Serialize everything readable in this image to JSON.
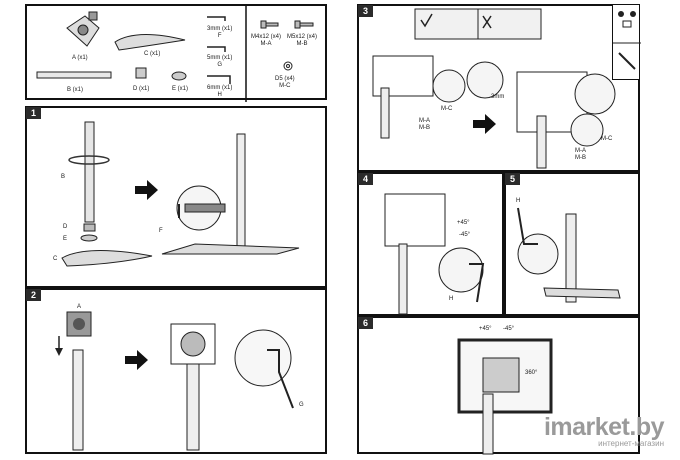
{
  "parts": {
    "A": "A (x1)",
    "C": "C (x1)",
    "B": "B (x1)",
    "D": "D (x1)",
    "E": "E (x1)",
    "F": "3mm (x1)\nF",
    "G": "5mm (x1)\nG",
    "H": "6mm (x1)\nH",
    "MA": "M4x12 (x4)\nM-A",
    "MB": "M5x12 (x4)\nM-B",
    "MC": "D5 (x4)\nM-C"
  },
  "steps": {
    "s1": "1",
    "s2": "2",
    "s3": "3",
    "s4": "4",
    "s5": "5",
    "s6": "6"
  },
  "step1": {
    "B": "B",
    "D": "D",
    "E": "E",
    "C": "C",
    "F": "F"
  },
  "step2": {
    "A": "A",
    "G": "G"
  },
  "step3": {
    "MC": "M-C",
    "MA": "M-A\nM-B",
    "dim": "3mm",
    "MC2": "M-C",
    "MA2": "M-A\nM-B"
  },
  "step4": {
    "p45": "+45°",
    "m45": "-45°",
    "H": "H"
  },
  "step5": {
    "H": "H"
  },
  "step6": {
    "p45": "+45°",
    "m45": "-45°",
    "rot": "360°"
  },
  "watermark": {
    "brand": "imarket.by",
    "sub": "интернет-магазин"
  }
}
